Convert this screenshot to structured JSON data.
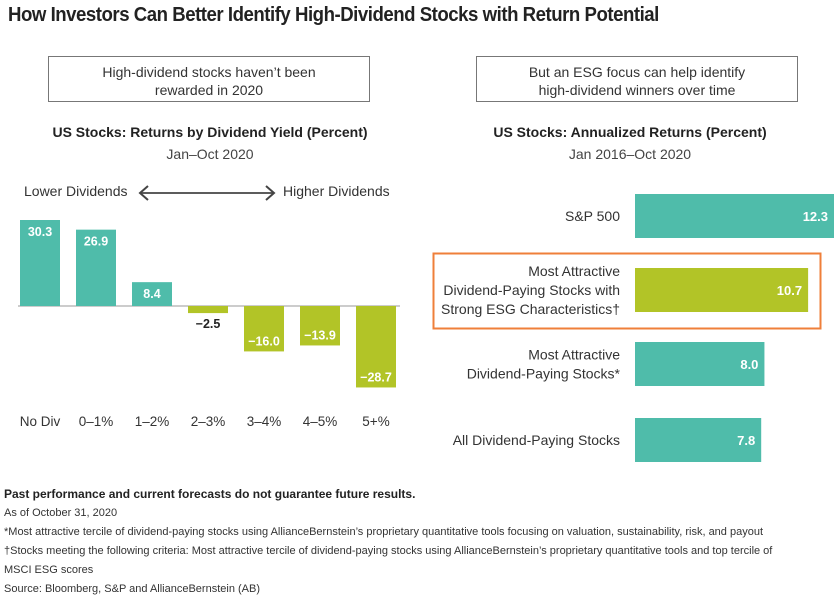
{
  "title": "How Investors Can Better Identify High-Dividend Stocks with Return Potential",
  "colors": {
    "teal": "#4fbcaa",
    "lime": "#b2c427",
    "highlight_border": "#ef7f3a",
    "baseline": "#cccccc"
  },
  "left_panel": {
    "callout_line1": "High-dividend stocks haven’t been",
    "callout_line2": "rewarded in 2020",
    "direction_left": "Lower Dividends",
    "direction_right": "Higher Dividends"
  },
  "right_panel": {
    "callout_line1": "But an ESG focus can help identify",
    "callout_line2": "high-dividend winners over time"
  },
  "chart_data": [
    {
      "type": "bar",
      "orientation": "vertical",
      "title": "US Stocks: Returns by Dividend Yield (Percent)",
      "subtitle": "Jan–Oct 2020",
      "categories": [
        "No Div",
        "0–1%",
        "1–2%",
        "2–3%",
        "3–4%",
        "4–5%",
        "5+%"
      ],
      "values": [
        30.3,
        26.9,
        8.4,
        -2.5,
        -16.0,
        -13.9,
        -28.7
      ],
      "value_labels": [
        "30.3",
        "26.9",
        "8.4",
        "−2.5",
        "−16.0",
        "−13.9",
        "−28.7"
      ],
      "bar_colors": [
        "teal",
        "teal",
        "teal",
        "lime",
        "lime",
        "lime",
        "lime"
      ],
      "xlabel": "",
      "ylabel": "",
      "ylim": [
        -30,
        31
      ],
      "grid": false,
      "legend": "none"
    },
    {
      "type": "bar",
      "orientation": "horizontal",
      "title": "US Stocks: Annualized Returns (Percent)",
      "subtitle": "Jan 2016–Oct 2020",
      "categories": [
        [
          "S&P 500"
        ],
        [
          "Most Attractive",
          "Dividend-Paying Stocks with",
          "Strong ESG Characteristics†"
        ],
        [
          "Most Attractive",
          "Dividend-Paying Stocks*"
        ],
        [
          "All Dividend-Paying Stocks"
        ]
      ],
      "values": [
        12.3,
        10.7,
        8.0,
        7.8
      ],
      "value_labels": [
        "12.3",
        "10.7",
        "8.0",
        "7.8"
      ],
      "bar_colors": [
        "teal",
        "lime",
        "teal",
        "teal"
      ],
      "highlighted_index": 1,
      "xlim": [
        0,
        12.3
      ],
      "grid": false,
      "legend": "none"
    }
  ],
  "footer": {
    "disclaimer": "Past performance and current forecasts do not guarantee future results.",
    "as_of": "As of October 31, 2020",
    "note_star": "*Most attractive tercile of dividend-paying stocks using AllianceBernstein’s proprietary quantitative tools focusing on valuation, sustainability, risk, and payout",
    "note_dagger_line1": "†Stocks meeting the following criteria: Most attractive tercile of dividend-paying stocks using AllianceBernstein’s proprietary quantitative tools and top tercile of",
    "note_dagger_line2": "MSCI ESG scores",
    "source": "Source: Bloomberg, S&P and AllianceBernstein (AB)"
  }
}
